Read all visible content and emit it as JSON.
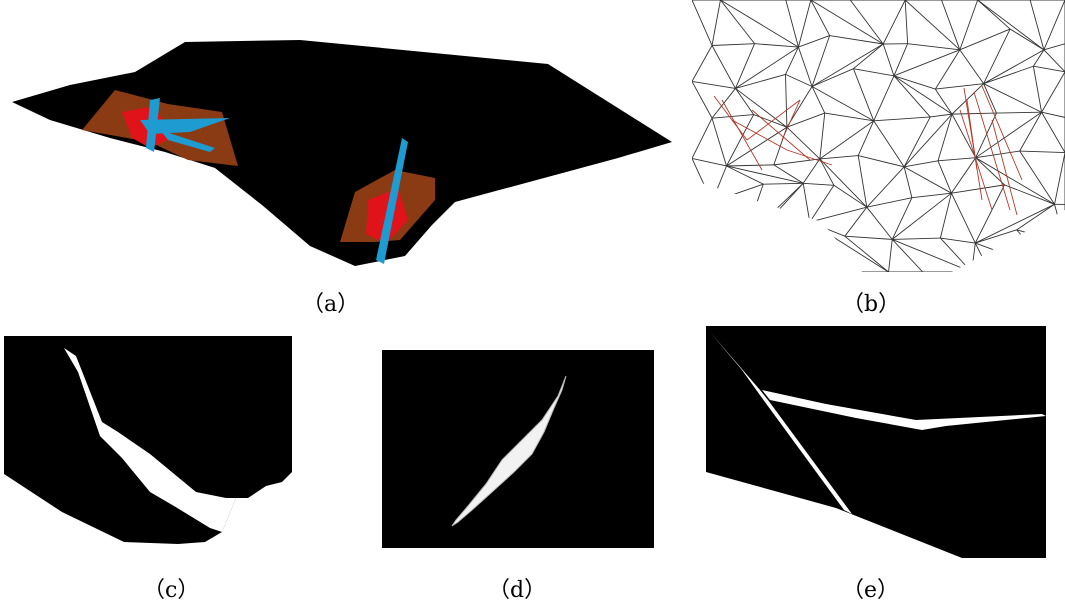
{
  "figure": {
    "panels": [
      {
        "id": "a",
        "caption": "（a）"
      },
      {
        "id": "b",
        "caption": "（b）"
      },
      {
        "id": "c",
        "caption": "（c）"
      },
      {
        "id": "d",
        "caption": "（d）"
      },
      {
        "id": "e",
        "caption": "（e）"
      }
    ]
  },
  "colors": {
    "solid": "#000000",
    "void": "#ffffff",
    "fracture_blue": "#1e9bd1",
    "fracture_red": "#e0131b",
    "fracture_brown": "#8a3b14",
    "mesh_line": "#333333",
    "mesh_highlight": "#b23a2a"
  }
}
